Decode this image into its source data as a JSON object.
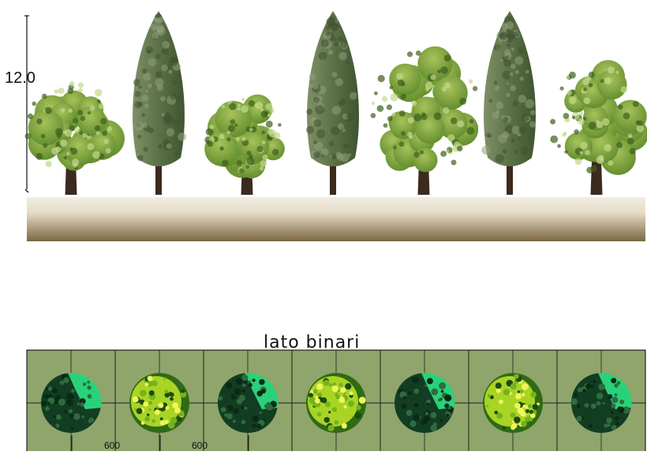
{
  "elevation": {
    "height_label": "12.0",
    "tree_sequence": [
      "broadleaf",
      "poplar",
      "broadleaf",
      "poplar",
      "broadleaf",
      "poplar",
      "broadleaf"
    ]
  },
  "plan": {
    "title": "lato  binari",
    "spacing_labels": [
      "600",
      "600"
    ],
    "grid": {
      "columns": 7,
      "rows": 2
    },
    "tree_sequence": [
      "dark",
      "yellow",
      "dark",
      "yellow",
      "dark",
      "yellow",
      "dark"
    ]
  },
  "colors": {
    "ground_top": "#f1ede4",
    "ground_bottom": "#7a6641",
    "plan_fill": "#8fa56b",
    "plan_grid": "#1e1e1e",
    "broadleaf_foliage": "#5f8a2c",
    "broadleaf_highlight": "#a7c35a",
    "poplar_foliage": "#5c7147",
    "trunk": "#3b2a1d",
    "canopy_dark": "#123d22",
    "canopy_dark_accent": "#29d27a",
    "canopy_yellow": "#a9d425",
    "canopy_yellow_accent": "#f0f55a",
    "canopy_yellow_shadow": "#2f6a14"
  }
}
